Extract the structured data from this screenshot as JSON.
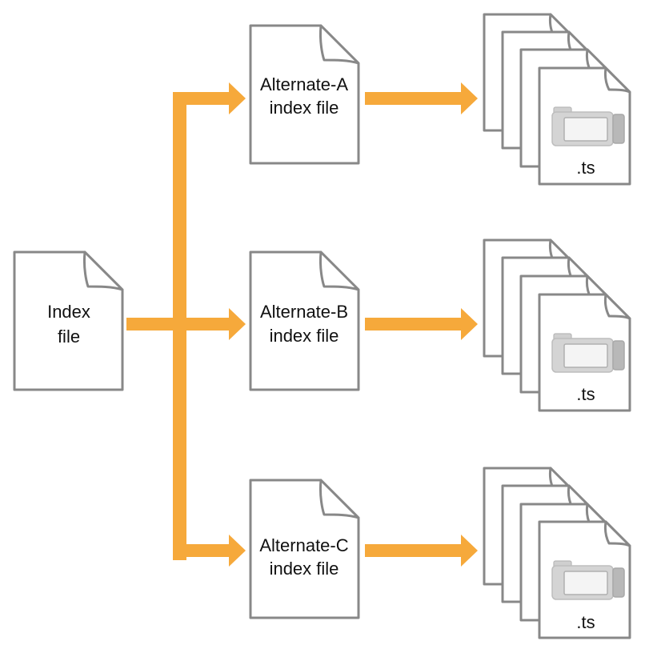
{
  "colors": {
    "arrow": "#f6a93b",
    "outline": "#888888"
  },
  "index_file": {
    "label_lines": [
      "Index",
      "file"
    ]
  },
  "alternates": [
    {
      "label_lines": [
        "Alternate-A",
        "index file"
      ],
      "segment_label": ".ts",
      "segment_icon": "video-camera-icon"
    },
    {
      "label_lines": [
        "Alternate-B",
        "index file"
      ],
      "segment_label": ".ts",
      "segment_icon": "video-camera-icon"
    },
    {
      "label_lines": [
        "Alternate-C",
        "index file"
      ],
      "segment_label": ".ts",
      "segment_icon": "video-camera-icon"
    }
  ]
}
